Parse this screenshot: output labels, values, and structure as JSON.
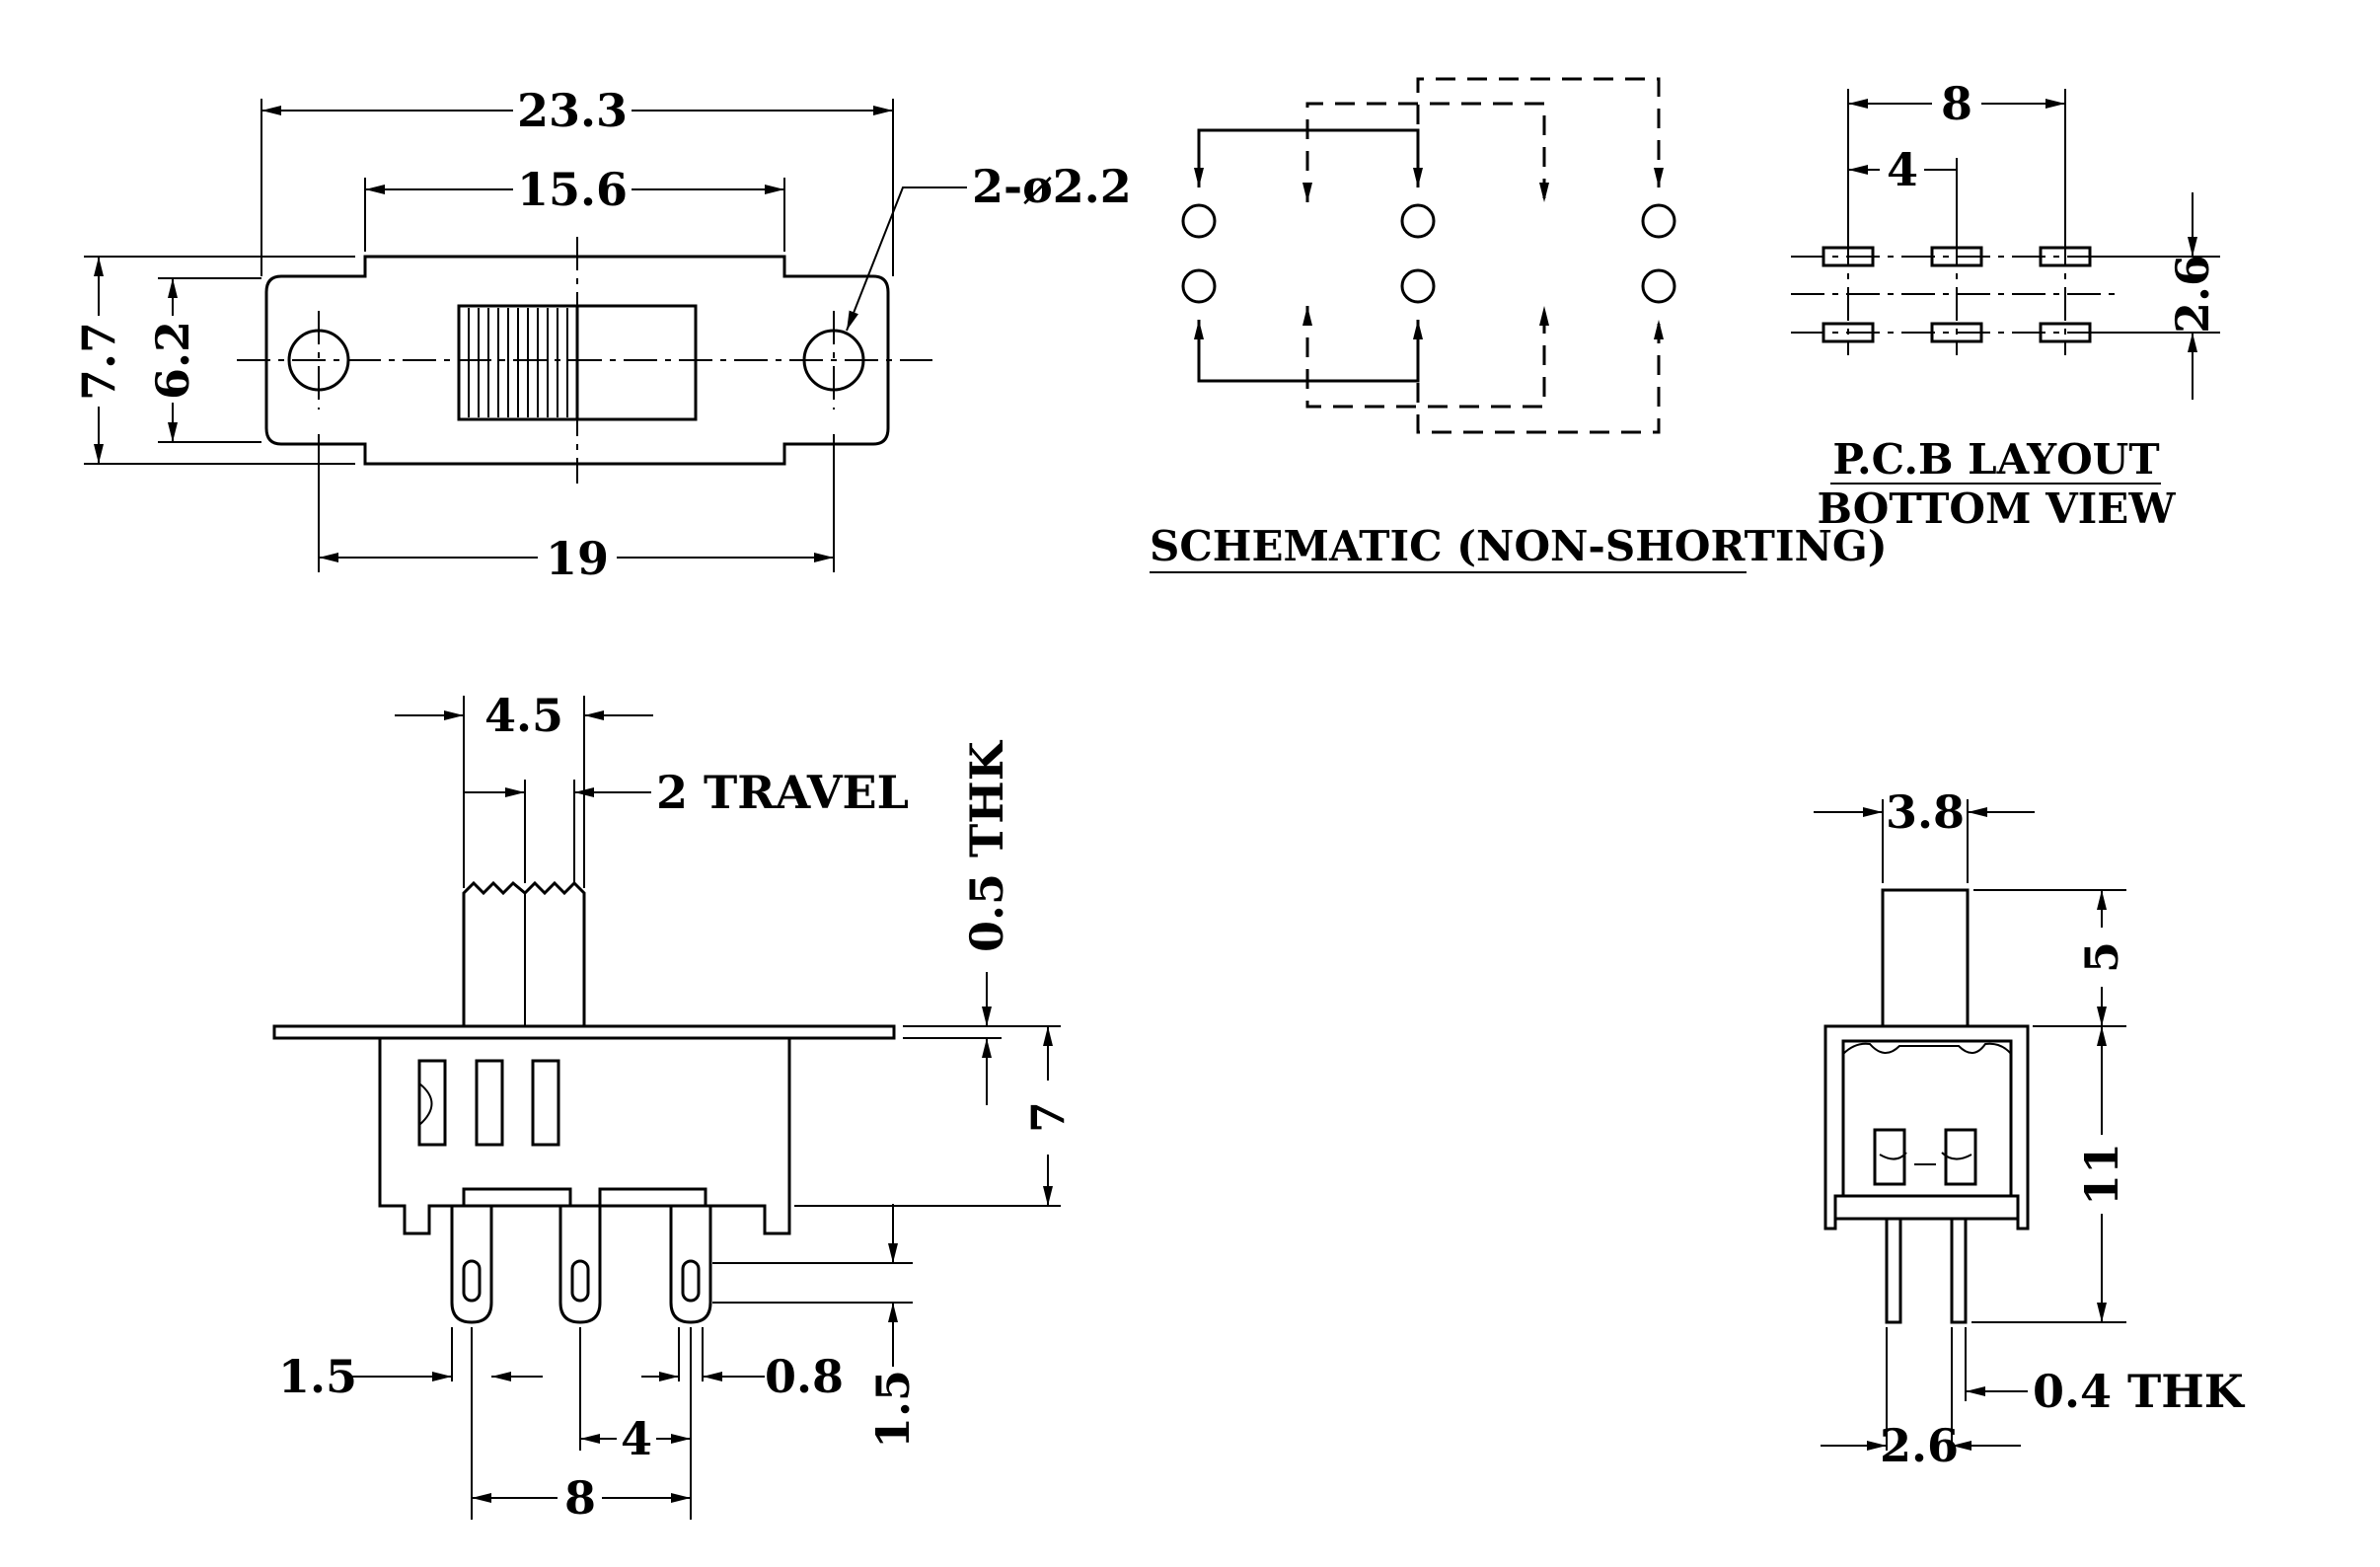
{
  "top_view": {
    "overall_width": "23.3",
    "inner_width": "15.6",
    "hole_spacing": "19",
    "overall_height": "7.7",
    "inner_height": "6.2",
    "holes": "2-ø2.2"
  },
  "schematic": {
    "title": "SCHEMATIC (NON-SHORTING)"
  },
  "pcb_layout": {
    "title_line1": "P.C.B LAYOUT",
    "title_line2": "BOTTOM VIEW",
    "row_pitch_outer": "8",
    "row_pitch_inner": "4",
    "row_spacing": "2.6"
  },
  "side_view": {
    "actuator_width": "4.5",
    "travel": "2 TRAVEL",
    "plate_thickness": "0.5 THK",
    "body_height": "7",
    "pin_offset_left": "1.5",
    "pin_width": "0.8",
    "pin_pitch": "4",
    "pin_span": "8",
    "pin_length": "1.5"
  },
  "end_view": {
    "actuator_width": "3.8",
    "actuator_height": "5",
    "body_height": "11",
    "pin_thickness": "0.4 THK",
    "pin_spacing": "2.6"
  }
}
